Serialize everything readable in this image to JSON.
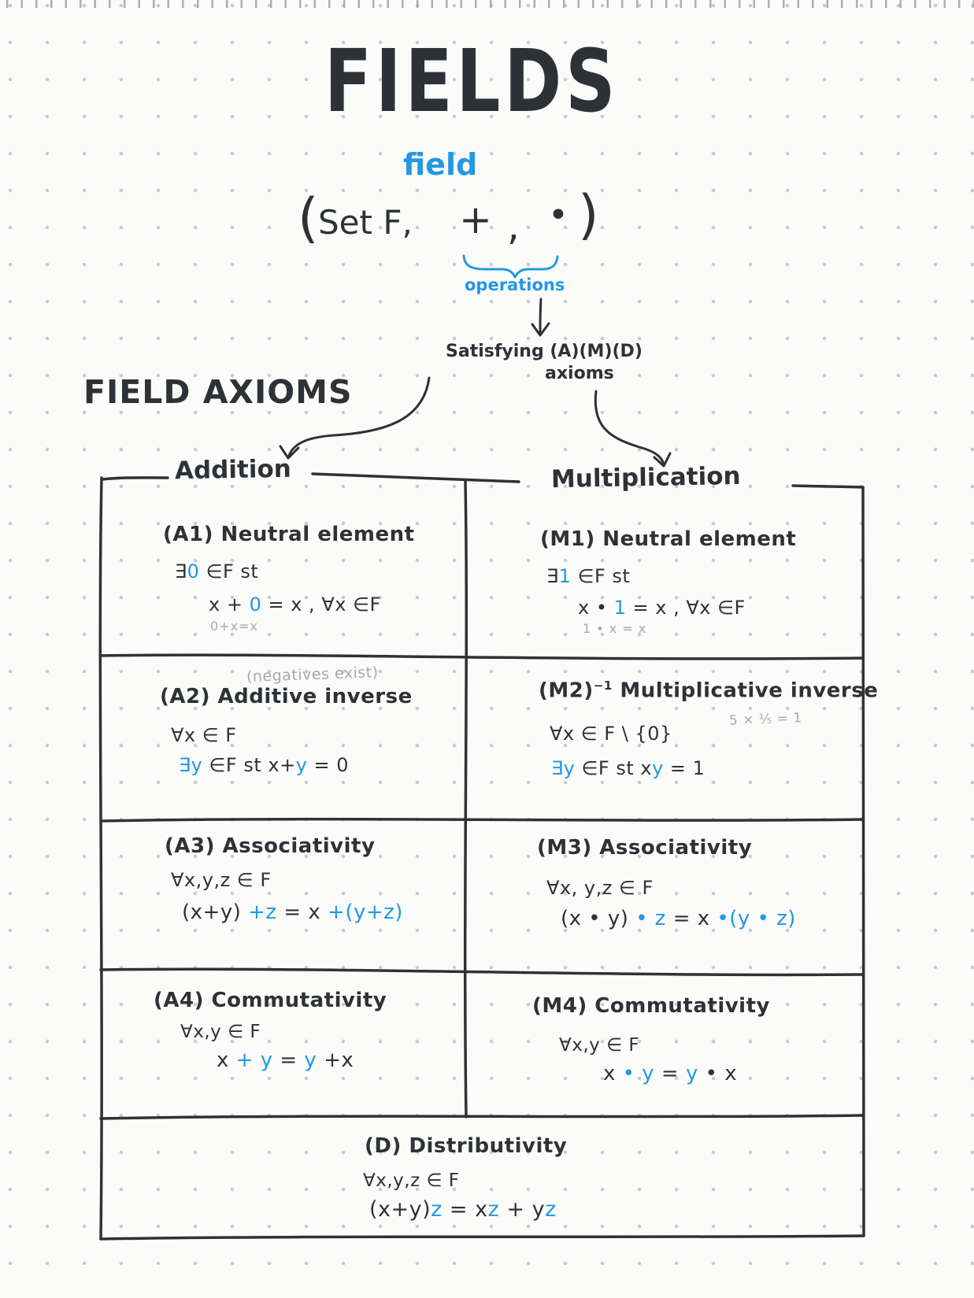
{
  "colors": {
    "ink": "#2e3236",
    "blue": "#2398e4",
    "gray": "#a6a8aa",
    "paper": "#fbfbfa",
    "grid_dots": "#c9cbcd"
  },
  "header": {
    "title": "FIELDS",
    "term": "field",
    "tuple": {
      "open": "(",
      "set": "Set F,",
      "plus": "+",
      "comma": ",",
      "dot": "•",
      "close": ")"
    },
    "operations_label": "operations",
    "satisfying": "Satisfying (A)(M)(D)",
    "satisfying2": "axioms",
    "section": "FIELD AXIOMS"
  },
  "table": {
    "headers": {
      "addition": "Addition",
      "multiplication": "Multiplication"
    },
    "a1": {
      "title": [
        {
          "t": "(A1)  Neutral element"
        }
      ],
      "line1": [
        {
          "t": "∃"
        },
        {
          "t": "0",
          "c": "b"
        },
        {
          "t": " ∈F  st"
        }
      ],
      "line2": [
        {
          "t": "x + "
        },
        {
          "t": "0",
          "c": "b"
        },
        {
          "t": " = x ,     ∀x ∈F"
        }
      ],
      "sub": "0+x=x"
    },
    "m1": {
      "title": [
        {
          "t": "(M1)  Neutral element"
        }
      ],
      "line1": [
        {
          "t": "∃"
        },
        {
          "t": "1",
          "c": "b"
        },
        {
          "t": " ∈F  st"
        }
      ],
      "line2": [
        {
          "t": "x • "
        },
        {
          "t": "1",
          "c": "b"
        },
        {
          "t": " = x ,     ∀x ∈F"
        }
      ],
      "sub": "1 • x  =  x"
    },
    "a2": {
      "note": "(negatives exist)",
      "title": [
        {
          "t": "(A2)  Additive inverse"
        }
      ],
      "line1": [
        {
          "t": "∀x ∈ F"
        }
      ],
      "line2": [
        {
          "t": "∃y",
          "c": "b"
        },
        {
          "t": " ∈F  st     x+"
        },
        {
          "t": "y",
          "c": "b"
        },
        {
          "t": " = 0"
        }
      ]
    },
    "m2": {
      "title": [
        {
          "t": "(M2)"
        },
        {
          "t": "−1",
          "sup": true
        },
        {
          "t": " Multiplicative inverse"
        }
      ],
      "note": "5 × ⅕ = 1",
      "line1": [
        {
          "t": "∀x ∈ F \\ {0}"
        }
      ],
      "line2": [
        {
          "t": "∃y",
          "c": "b"
        },
        {
          "t": " ∈F  st       x"
        },
        {
          "t": "y",
          "c": "b"
        },
        {
          "t": " = 1"
        }
      ]
    },
    "a3": {
      "title": [
        {
          "t": "(A3)  Associativity"
        }
      ],
      "line1": [
        {
          "t": "∀x,y,z ∈ F"
        }
      ],
      "line2": [
        {
          "t": "(x+y)"
        },
        {
          "t": " +z",
          "c": "b"
        },
        {
          "t": "  =  x "
        },
        {
          "t": "+(y+z)",
          "c": "b"
        }
      ]
    },
    "m3": {
      "title": [
        {
          "t": "(M3)  Associativity"
        }
      ],
      "line1": [
        {
          "t": "∀x, y,z ∈ F"
        }
      ],
      "line2": [
        {
          "t": "(x • y)"
        },
        {
          "t": " • z",
          "c": "b"
        },
        {
          "t": "  =  x"
        },
        {
          "t": " •(y • z)",
          "c": "b"
        }
      ]
    },
    "a4": {
      "title": [
        {
          "t": "(A4)  Commutativity"
        }
      ],
      "line1": [
        {
          "t": "∀x,y ∈ F"
        }
      ],
      "line2": [
        {
          "t": "x "
        },
        {
          "t": "+ y",
          "c": "b"
        },
        {
          "t": " = "
        },
        {
          "t": "y",
          "c": "b"
        },
        {
          "t": " +x"
        }
      ]
    },
    "m4": {
      "title": [
        {
          "t": "(M4)  Commutativity"
        }
      ],
      "line1": [
        {
          "t": "∀x,y ∈ F"
        }
      ],
      "line2": [
        {
          "t": "x "
        },
        {
          "t": "• y",
          "c": "b"
        },
        {
          "t": " = "
        },
        {
          "t": "y",
          "c": "b"
        },
        {
          "t": " • x"
        }
      ]
    },
    "d": {
      "title": [
        {
          "t": "(D) Distributivity"
        }
      ],
      "line1": [
        {
          "t": "∀x,y,z ∈ F"
        }
      ],
      "line2": [
        {
          "t": "(x+y)"
        },
        {
          "t": "z",
          "c": "b"
        },
        {
          "t": " = x"
        },
        {
          "t": "z",
          "c": "b"
        },
        {
          "t": " + y"
        },
        {
          "t": "z",
          "c": "b"
        }
      ]
    }
  }
}
